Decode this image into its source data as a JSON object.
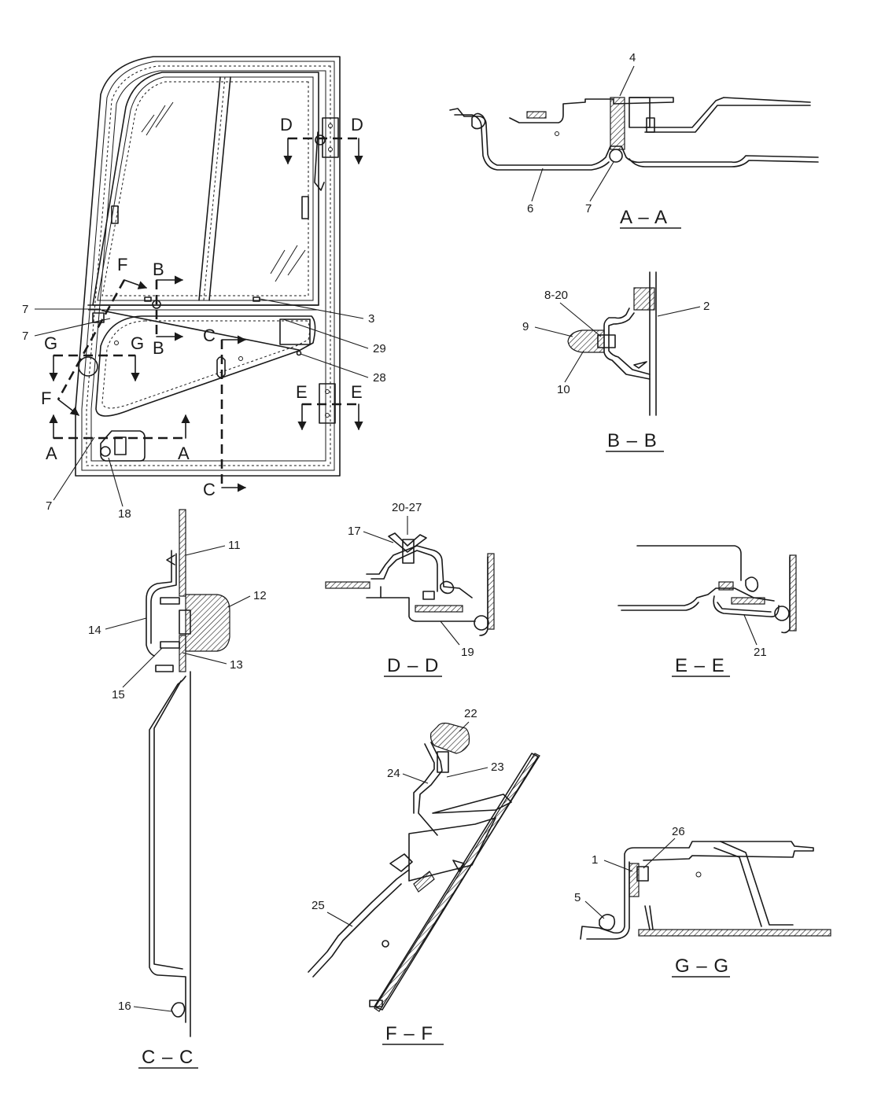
{
  "door_view": {
    "callouts": [
      "7",
      "7",
      "3",
      "29",
      "28",
      "7",
      "18"
    ],
    "cut_letters": [
      "F",
      "B",
      "G",
      "G",
      "B",
      "C",
      "D",
      "D",
      "E",
      "E",
      "F",
      "A",
      "A",
      "C"
    ]
  },
  "sections": {
    "aa": {
      "title": "A – A",
      "callouts": [
        "4",
        "6",
        "7"
      ]
    },
    "bb": {
      "title": "B – B",
      "callouts": [
        "8-20",
        "2",
        "9",
        "10"
      ]
    },
    "cc": {
      "title": "C – C",
      "callouts": [
        "11",
        "12",
        "14",
        "13",
        "15",
        "16"
      ]
    },
    "dd": {
      "title": "D – D",
      "callouts": [
        "20-27",
        "17",
        "19"
      ]
    },
    "ee": {
      "title": "E – E",
      "callouts": [
        "21"
      ]
    },
    "ff": {
      "title": "F – F",
      "callouts": [
        "22",
        "23",
        "24",
        "25"
      ]
    },
    "gg": {
      "title": "G – G",
      "callouts": [
        "26",
        "1",
        "5"
      ]
    }
  }
}
